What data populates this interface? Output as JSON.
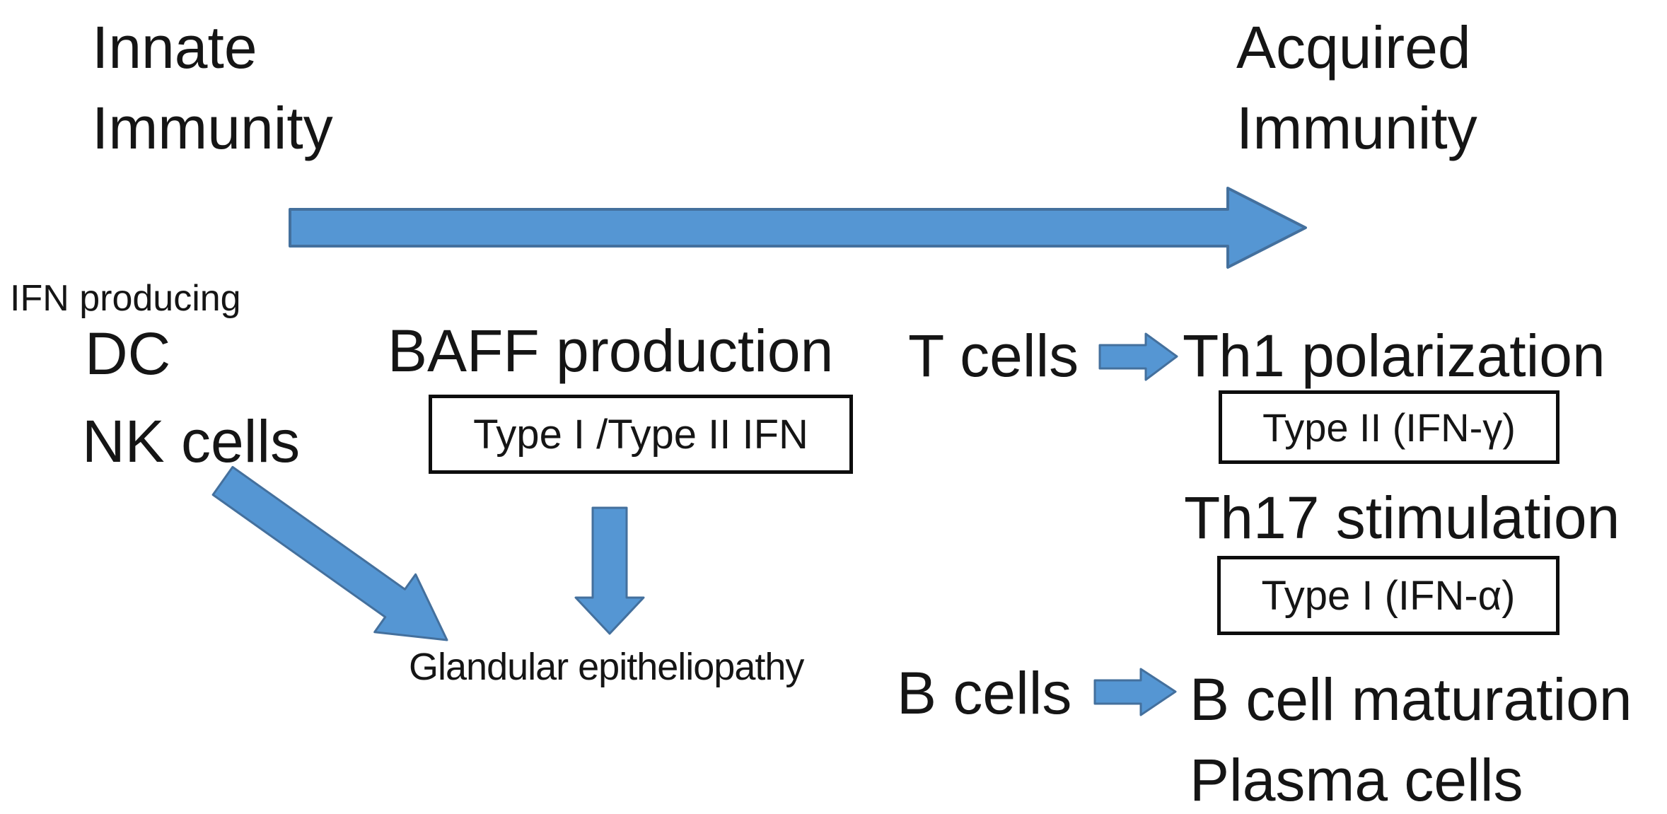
{
  "colors": {
    "arrow_fill": "#5596d3",
    "arrow_stroke": "#44709d",
    "box_border": "#0d0d0d",
    "text": "#151515",
    "background": "#ffffff"
  },
  "headers": {
    "innate": {
      "line1": "Innate",
      "line2": "Immunity"
    },
    "acquired": {
      "line1": "Acquired",
      "line2": "Immunity"
    }
  },
  "innate_side": {
    "ifn_producing": "IFN producing",
    "dc": "DC",
    "nk_cells": "NK cells",
    "baff_production": "BAFF production",
    "ifn_types_box": "Type I /Type II IFN",
    "glandular": "Glandular epitheliopathy"
  },
  "acquired_side": {
    "t_cells": "T cells",
    "th1_polarization": "Th1 polarization",
    "th1_box": "Type II (IFN-γ)",
    "th17_stimulation": "Th17 stimulation",
    "th17_box": "Type I (IFN-α)",
    "b_cells": "B cells",
    "b_cell_maturation": "B cell maturation",
    "plasma_cells": "Plasma cells"
  },
  "arrows": {
    "innate_to_acquired": "horizontal-right-arrow",
    "nk_to_glandular": "diagonal-down-right-arrow",
    "baff_to_glandular": "vertical-down-arrow",
    "t_cells_to_th1": "short-right-arrow",
    "b_cells_to_maturation": "short-right-arrow"
  }
}
